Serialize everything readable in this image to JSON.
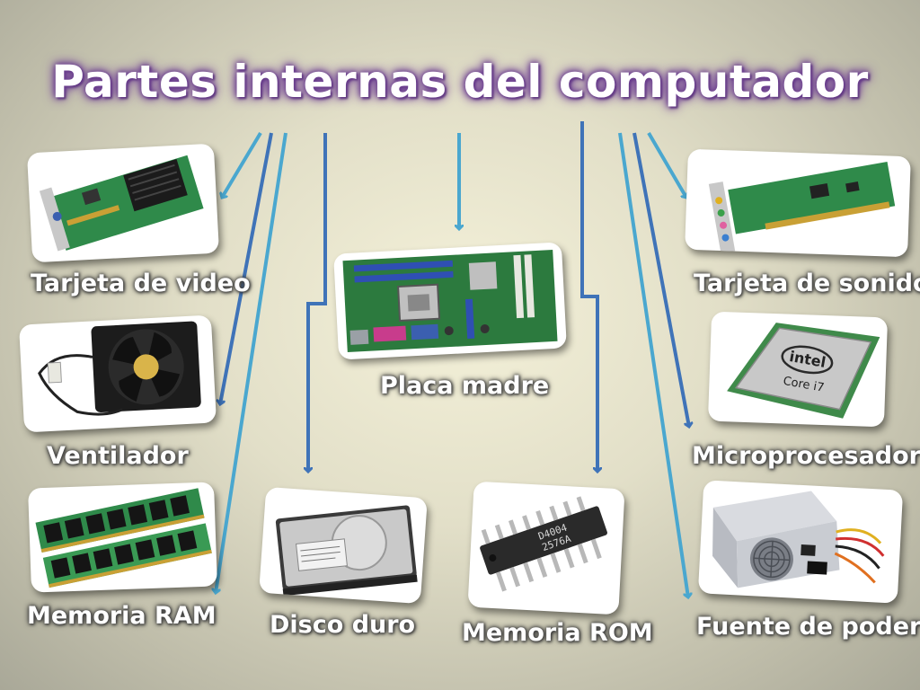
{
  "title": "Partes internas del computador",
  "labels": {
    "video_card": "Tarjeta de video",
    "fan": "Ventilador",
    "ram": "Memoria RAM",
    "hard_disk": "Disco duro",
    "motherboard": "Placa madre",
    "rom": "Memoria ROM",
    "sound_card": "Tarjeta de sonido",
    "cpu": "Microprocesador",
    "power_supply": "Fuente de poder"
  },
  "image_text": {
    "cpu_brand": "intel",
    "cpu_model": "Core i7",
    "rom_chip_line1": "D4004",
    "rom_chip_line2": "2576A"
  },
  "colors": {
    "arrow_light": "#4aa7cf",
    "arrow_dark": "#3f73b8",
    "title_glow": "#6b3f8f",
    "pcb_green": "#2f8a4a"
  }
}
